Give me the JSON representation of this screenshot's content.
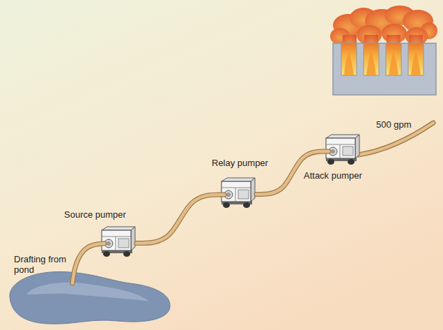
{
  "diagram": {
    "nodes": [
      {
        "text": [
          "Drafting from pond"
        ]
      },
      {
        "text": [
          "Source pumper"
        ]
      },
      {
        "text": [
          "Relay pumper"
        ]
      },
      {
        "text": [
          "Attack pumper"
        ]
      }
    ],
    "edges": [
      {
        "from": 0,
        "to": 1,
        "arrow": "none"
      },
      {
        "from": 1,
        "to": 2,
        "arrow": "none"
      },
      {
        "from": 2,
        "to": 3,
        "arrow": "none"
      }
    ],
    "labels": [
      "500 gpm"
    ]
  }
}
